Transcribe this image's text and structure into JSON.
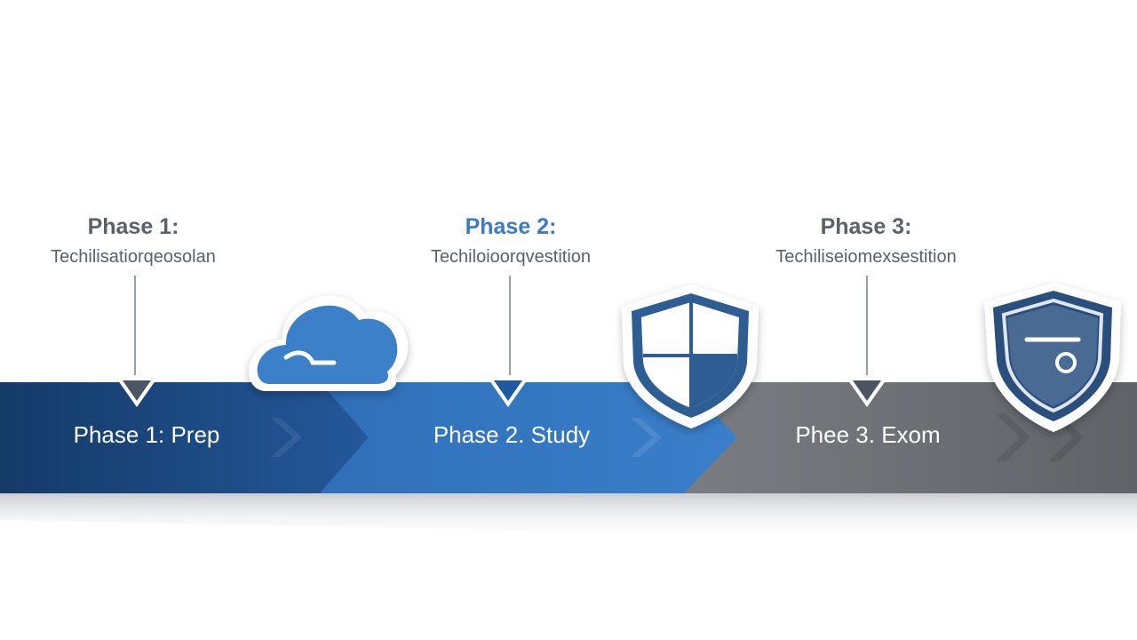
{
  "phases": [
    {
      "title": "Phase 1:",
      "subtitle": "Techilisatiorqeosolan",
      "band_label": "Phase 1: Prep",
      "title_color": "#5b6169",
      "band_color": "#1e4f86"
    },
    {
      "title": "Phase 2:",
      "subtitle": "Techiloioorqvestition",
      "band_label": "Phase 2. Study",
      "title_color": "#3c7bc4",
      "band_color": "#3577c0"
    },
    {
      "title": "Phase 3:",
      "subtitle": "Techiliseiomexsestition",
      "band_label": "Phee 3. Exom",
      "title_color": "#5b6169",
      "band_color": "#6f7378"
    }
  ],
  "icons": [
    "cloud-icon",
    "shield-quadrant-icon",
    "shield-badge-icon"
  ]
}
